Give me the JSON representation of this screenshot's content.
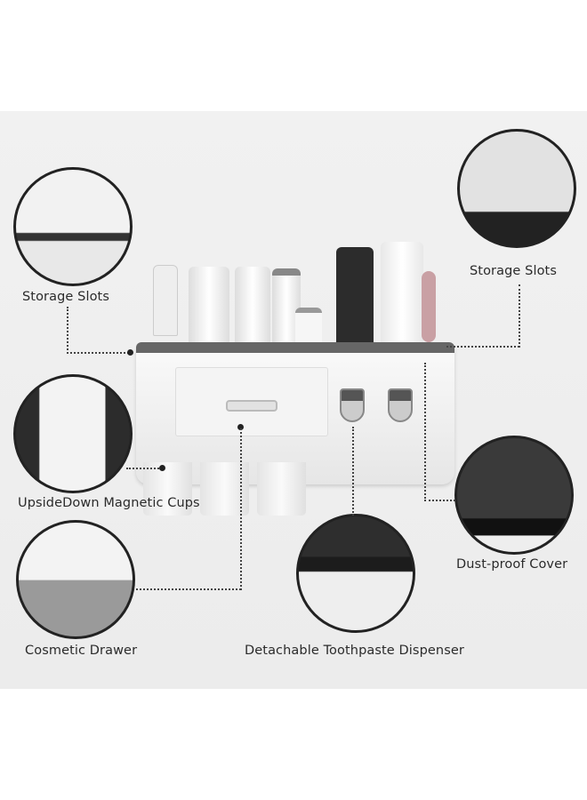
{
  "features": [
    {
      "label": "Storage Slots"
    },
    {
      "label": "Storage Slots"
    },
    {
      "label": "UpsideDown Magnetic Cups"
    },
    {
      "label": "Dust-proof Cover"
    },
    {
      "label": "Cosmetic Drawer"
    },
    {
      "label": "Detachable Toothpaste Dispenser"
    }
  ]
}
